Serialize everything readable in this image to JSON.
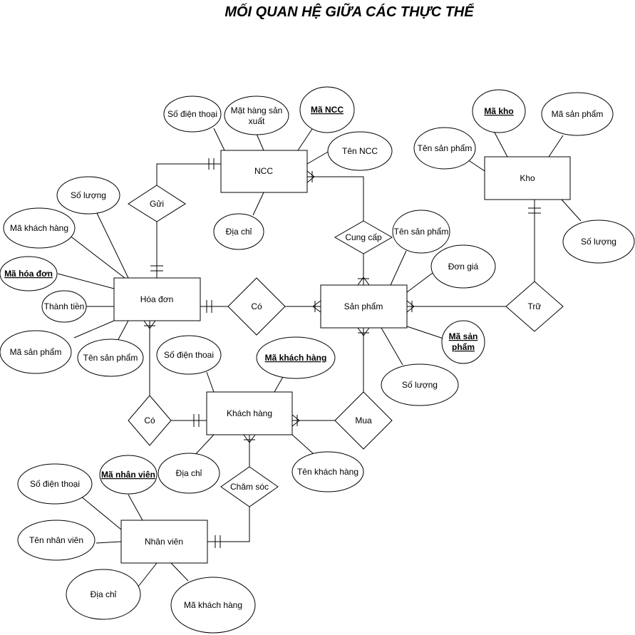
{
  "title": "MỐI QUAN HỆ GIỮA CÁC THỰC THỂ",
  "entities": {
    "ncc": "NCC",
    "kho": "Kho",
    "hoa_don": "Hóa đơn",
    "san_pham": "Sản phẩm",
    "khach_hang": "Khách hàng",
    "nhan_vien": "Nhân viên"
  },
  "relationships": {
    "gui": "Gửi",
    "cung_cap": "Cung cấp",
    "co_hd_sp": "Có",
    "tru": "Trữ",
    "co_hd_kh": "Có",
    "mua": "Mua",
    "cham_soc": "Chăm sóc"
  },
  "attributes": {
    "ncc": {
      "phone": "Số điện thoại",
      "product_line": [
        "Mặt hàng sản",
        "xuất"
      ],
      "id": "Mã NCC",
      "name": "Tên NCC",
      "address": "Địa chỉ"
    },
    "kho": {
      "id": "Mã kho",
      "product_id": "Mã sản phẩm",
      "product_name": "Tên sản phẩm",
      "quantity": "Số lượng"
    },
    "hoa_don": {
      "quantity": "Số lượng",
      "customer_id": "Mã khách hàng",
      "id": "Mã hóa đơn",
      "total": "Thành tiền",
      "product_id": "Mã sản phẩm",
      "product_name": "Tên sản phẩm"
    },
    "san_pham": {
      "name": "Tên sản phẩm",
      "price": "Đơn giá",
      "id": [
        "Mã sản",
        "phẩm"
      ],
      "quantity": "Số lượng"
    },
    "khach_hang": {
      "phone": "Số điện thoai",
      "id": "Mã khách hàng",
      "address": "Địa chỉ",
      "name": "Tên khách hàng"
    },
    "nhan_vien": {
      "phone": "Số điện thoại",
      "id": "Mã nhân viên",
      "name": "Tên nhân viên",
      "address": "Địa chỉ",
      "customer_id": "Mã khách hàng"
    }
  }
}
